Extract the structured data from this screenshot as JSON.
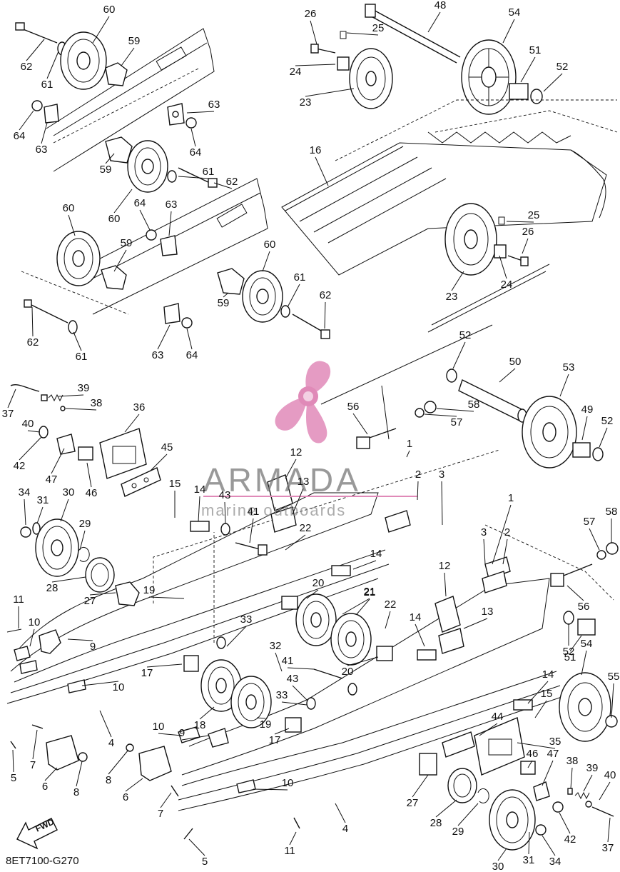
{
  "diagram": {
    "code": "8ET7100-G270",
    "fwd_arrow": "FWD",
    "watermark": {
      "brand": "ARMADA",
      "sub": "marine outboards",
      "logo_color": "#e08ab8"
    },
    "labels": [
      "60",
      "62",
      "59",
      "61",
      "63",
      "64",
      "63",
      "64",
      "59",
      "61",
      "62",
      "60",
      "64",
      "63",
      "60",
      "59",
      "60",
      "61",
      "62",
      "59",
      "62",
      "61",
      "63",
      "64",
      "26",
      "25",
      "48",
      "54",
      "51",
      "52",
      "24",
      "23",
      "16",
      "25",
      "26",
      "24",
      "23",
      "37",
      "39",
      "38",
      "40",
      "42",
      "47",
      "46",
      "36",
      "45",
      "52",
      "50",
      "53",
      "56",
      "58",
      "57",
      "49",
      "52",
      "1",
      "2",
      "3",
      "12",
      "13",
      "34",
      "31",
      "30",
      "29",
      "28",
      "27",
      "15",
      "14",
      "43",
      "41",
      "22",
      "19",
      "11",
      "10",
      "9",
      "10",
      "17",
      "33",
      "20",
      "21",
      "21",
      "22",
      "14",
      "32",
      "41",
      "20",
      "44",
      "43",
      "18",
      "19",
      "17",
      "33",
      "12",
      "13",
      "14",
      "1",
      "3",
      "2",
      "57",
      "58",
      "56",
      "52",
      "51",
      "54",
      "55",
      "14",
      "15",
      "4",
      "5",
      "7",
      "6",
      "8",
      "8",
      "6",
      "9",
      "10",
      "7",
      "10",
      "35",
      "46",
      "47",
      "38",
      "39",
      "40",
      "37",
      "42",
      "34",
      "31",
      "30",
      "29",
      "28",
      "27",
      "4",
      "11",
      "5"
    ]
  }
}
